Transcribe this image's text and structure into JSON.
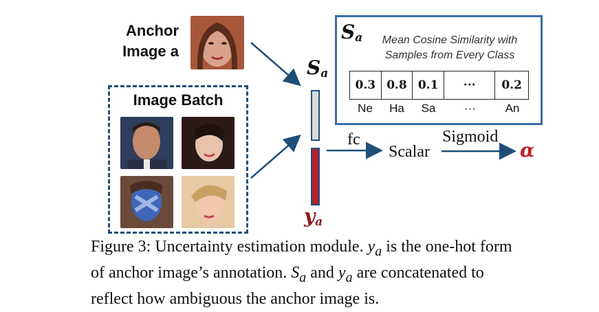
{
  "anchor": {
    "label_line1": "Anchor",
    "label_line2": "Image a"
  },
  "batch": {
    "title": "Image Batch"
  },
  "symbols": {
    "s": "S",
    "s_sub": "a",
    "y": "y",
    "y_sub": "a",
    "alpha": "α"
  },
  "panel": {
    "symbol": "S",
    "symbol_sub": "a",
    "description_line1": "Mean Cosine Similarity with",
    "description_line2": "Samples from Every Class",
    "values": [
      "0.3",
      "0.8",
      "0.1",
      "···",
      "0.2"
    ],
    "classes": [
      "Ne",
      "Ha",
      "Sa",
      "···",
      "An"
    ]
  },
  "flow": {
    "fc": "fc",
    "scalar": "Scalar",
    "sigmoid": "Sigmoid"
  },
  "caption": {
    "prefix": "Figure 3: Uncertainty estimation module.",
    "y": "y",
    "y_sub": "a",
    "part2": "is the one-hot form of anchor image’s annotation.",
    "s": "S",
    "s_sub": "a",
    "part3": "and",
    "y2": "y",
    "y2_sub": "a",
    "part4": "are concatenated to reflect how ambiguous the anchor image is."
  },
  "colors": {
    "frame_blue": "#1f4e79",
    "panel_blue": "#3a6ea5",
    "label_red": "#b5202e",
    "alpha_red": "#c0202e"
  }
}
